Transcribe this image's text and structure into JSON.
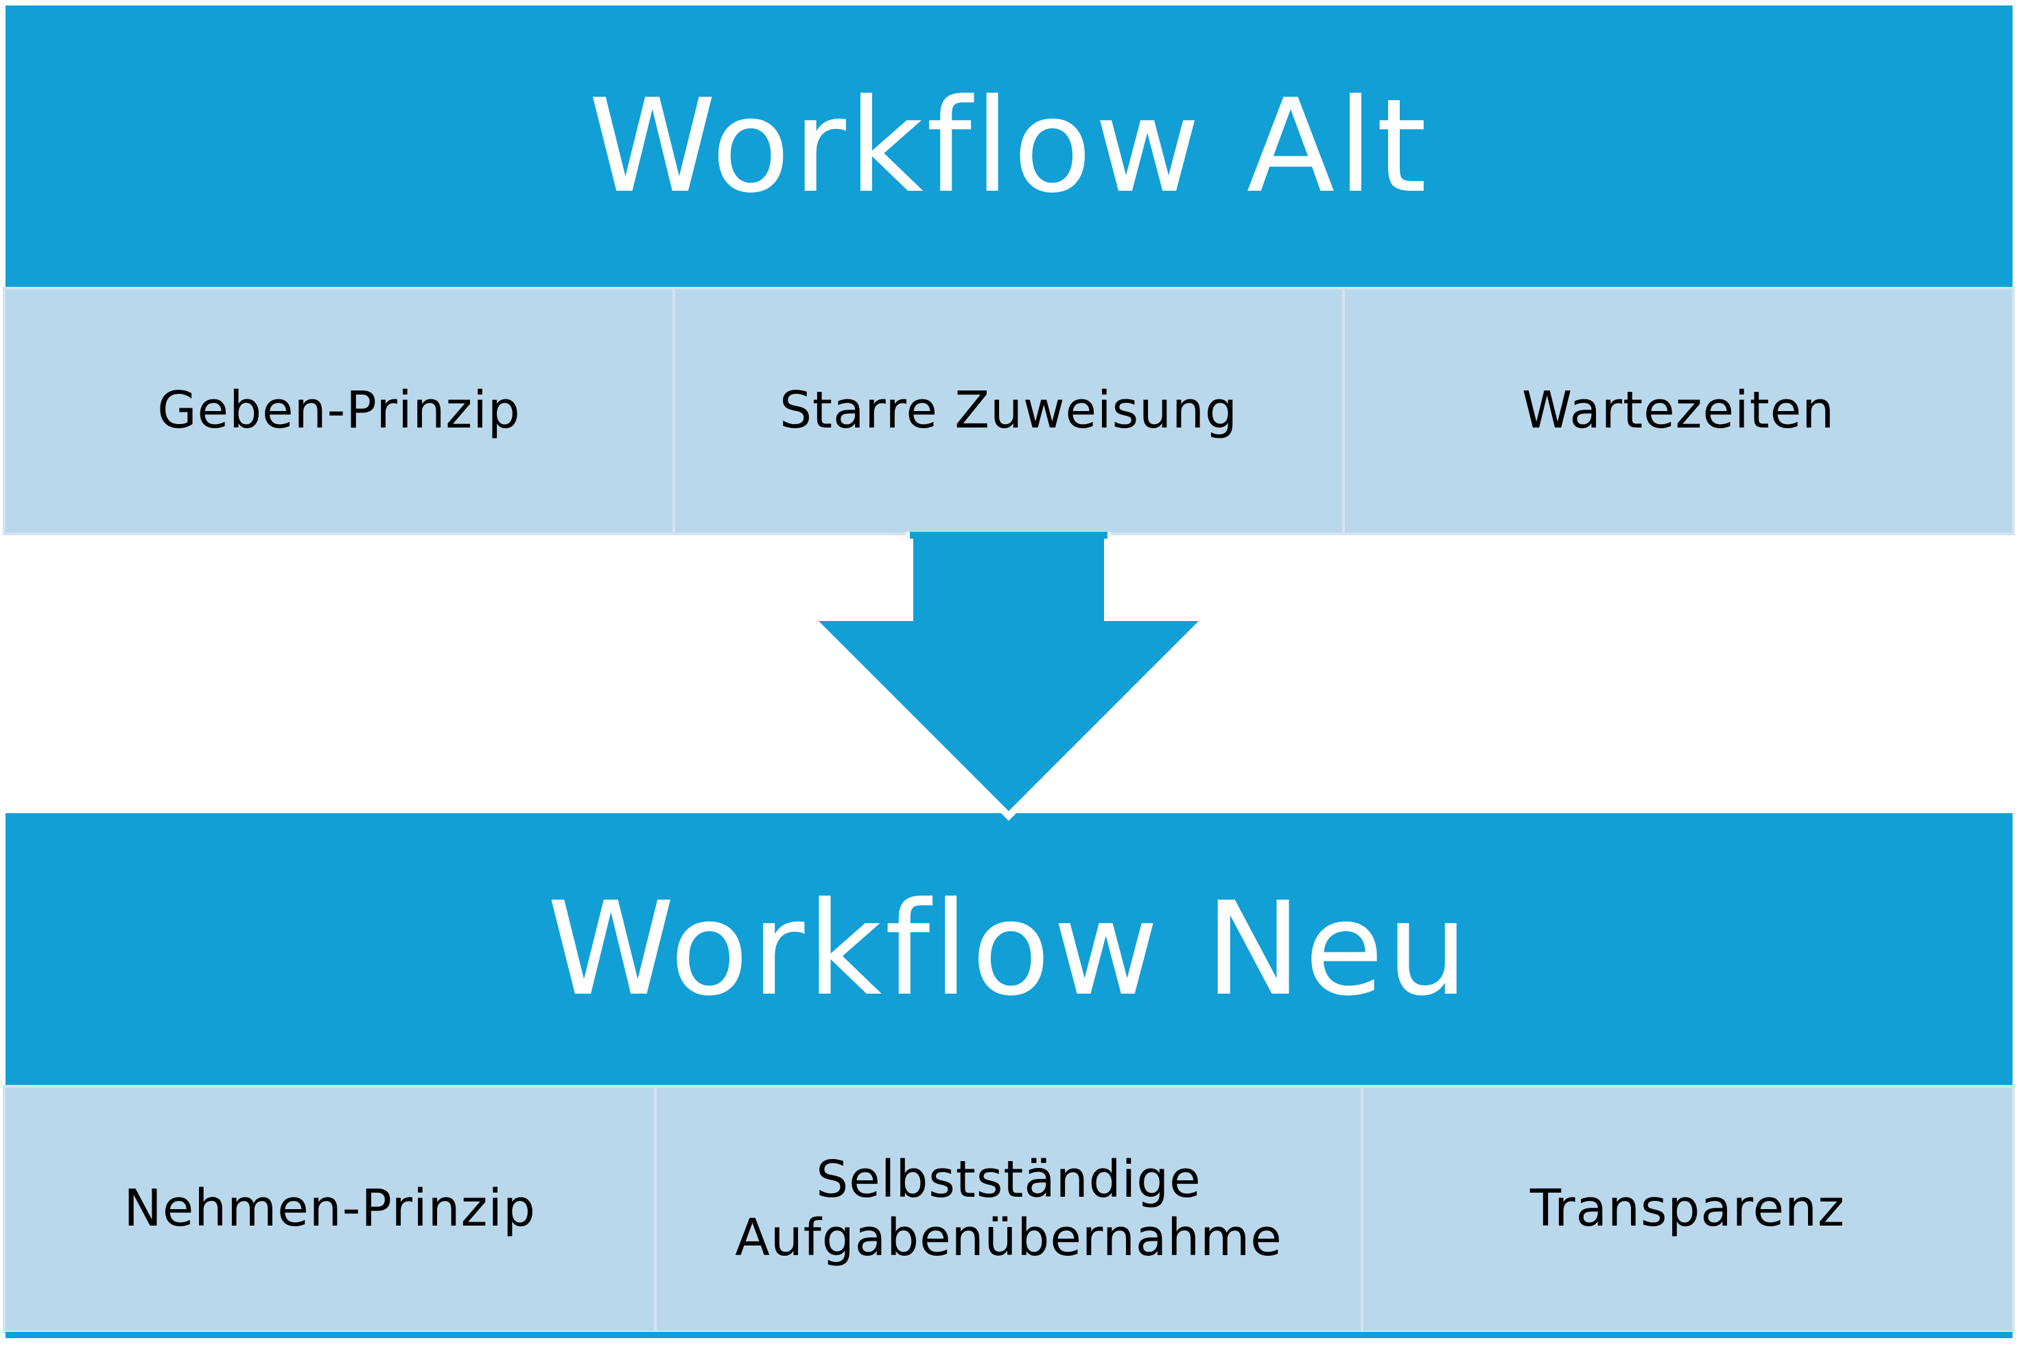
{
  "colors": {
    "header": "#119fd6",
    "cell": "#bad8ec",
    "cell_border": "#d2e3f1",
    "text": "#000000"
  },
  "old_workflow": {
    "title": "Workflow Alt",
    "items": [
      "Geben-Prinzip",
      "Starre Zuweisung",
      "Wartezeiten"
    ]
  },
  "arrow": {
    "icon": "down-arrow-icon"
  },
  "new_workflow": {
    "title": "Workflow Neu",
    "items": [
      "Nehmen-Prinzip",
      "Selbstständige Aufgabenübernahme",
      "Transparenz"
    ]
  }
}
